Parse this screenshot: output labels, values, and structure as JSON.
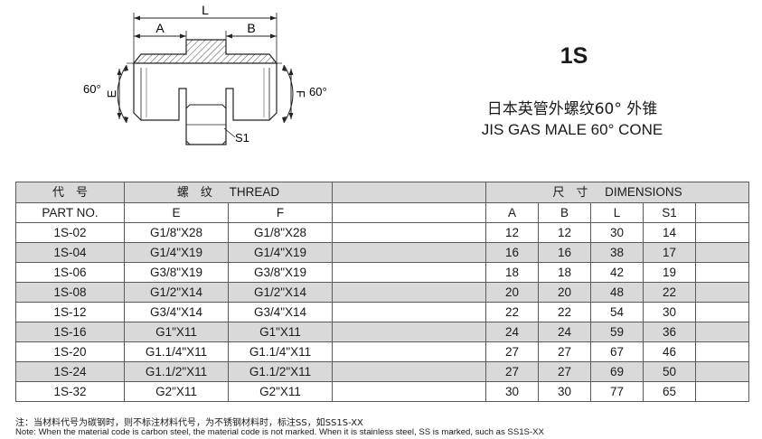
{
  "drawing": {
    "dim_L": "L",
    "dim_A": "A",
    "dim_B": "B",
    "dim_E": "E",
    "dim_F": "F",
    "dim_S1": "S1",
    "angle_left": "60°",
    "angle_right": "60°"
  },
  "model_code": "1S",
  "title_cn": "日本英管外螺纹60° 外锥",
  "title_en": "JIS GAS MALE 60° CONE",
  "table": {
    "header1": {
      "code_cn": "代　号",
      "thread_cn": "螺　纹",
      "thread_en": "THREAD",
      "dim_cn": "尺　寸",
      "dim_en": "DIMENSIONS"
    },
    "header2": {
      "part_no": "PART NO.",
      "e": "E",
      "f": "F",
      "a": "A",
      "b": "B",
      "l": "L",
      "s1": "S1"
    },
    "rows": [
      {
        "part": "1S-02",
        "e": "G1/8\"X28",
        "f": "G1/8\"X28",
        "a": "12",
        "b": "12",
        "l": "30",
        "s1": "14"
      },
      {
        "part": "1S-04",
        "e": "G1/4\"X19",
        "f": "G1/4\"X19",
        "a": "16",
        "b": "16",
        "l": "38",
        "s1": "17"
      },
      {
        "part": "1S-06",
        "e": "G3/8\"X19",
        "f": "G3/8\"X19",
        "a": "18",
        "b": "18",
        "l": "42",
        "s1": "19"
      },
      {
        "part": "1S-08",
        "e": "G1/2\"X14",
        "f": "G1/2\"X14",
        "a": "20",
        "b": "20",
        "l": "48",
        "s1": "22"
      },
      {
        "part": "1S-12",
        "e": "G3/4\"X14",
        "f": "G3/4\"X14",
        "a": "22",
        "b": "22",
        "l": "54",
        "s1": "30"
      },
      {
        "part": "1S-16",
        "e": "G1\"X11",
        "f": "G1\"X11",
        "a": "24",
        "b": "24",
        "l": "59",
        "s1": "36"
      },
      {
        "part": "1S-20",
        "e": "G1.1/4\"X11",
        "f": "G1.1/4\"X11",
        "a": "27",
        "b": "27",
        "l": "67",
        "s1": "46"
      },
      {
        "part": "1S-24",
        "e": "G1.1/2\"X11",
        "f": "G1.1/2\"X11",
        "a": "27",
        "b": "27",
        "l": "69",
        "s1": "50"
      },
      {
        "part": "1S-32",
        "e": "G2\"X11",
        "f": "G2\"X11",
        "a": "30",
        "b": "30",
        "l": "77",
        "s1": "65"
      }
    ]
  },
  "note_cn": "注：当材料代号为碳钢时，则不标注材料代号，为不锈钢材料时，标注SS，如SS1S-XX",
  "note_en": "Note: When the material code is carbon steel, the material code is not marked. When it is stainless steel, SS is marked, such as SS1S-XX"
}
